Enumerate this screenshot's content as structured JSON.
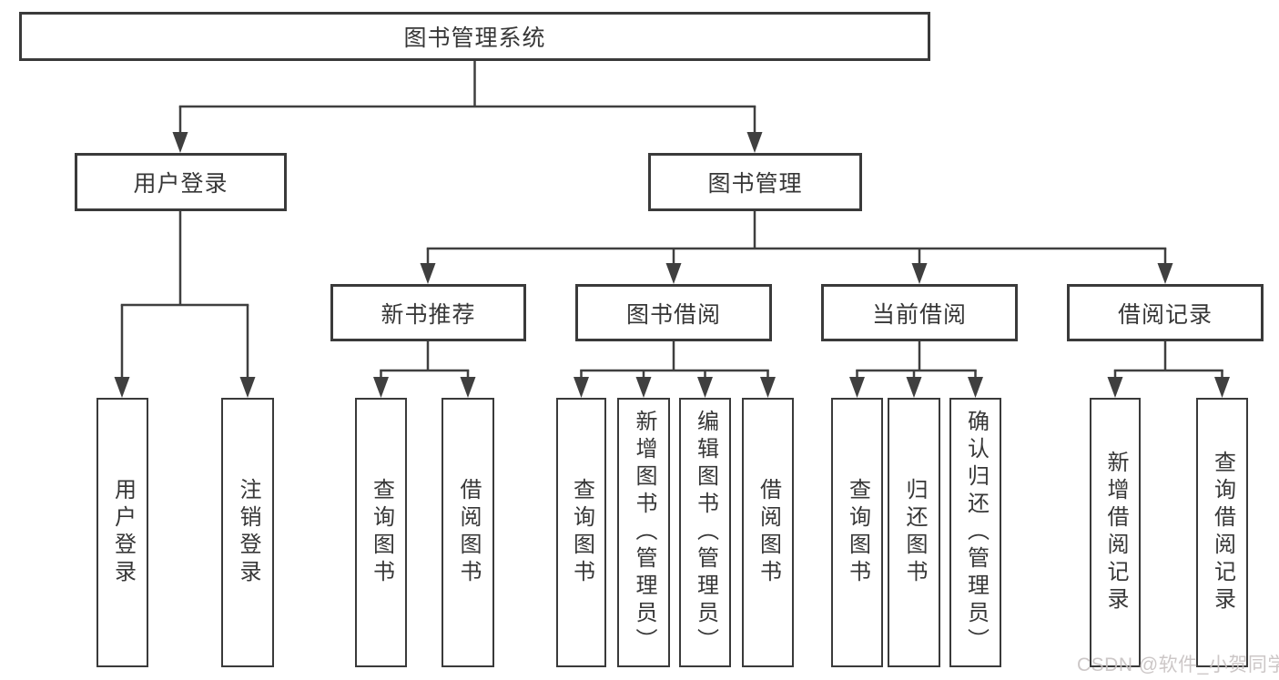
{
  "nodes": {
    "root": "图书管理系统",
    "user_login": "用户登录",
    "book_management": "图书管理",
    "new_book_recommendation": "新书推荐",
    "book_borrowing": "图书借阅",
    "current_borrowing": "当前借阅",
    "borrowing_records": "借阅记录",
    "login_user_login": "用户登录",
    "login_logout": "注销登录",
    "recommend_query_books": "查询图书",
    "recommend_borrow_books": "借阅图书",
    "borrowing_query_books": "查询图书",
    "borrowing_add_books_admin": "新增图书（管理员）",
    "borrowing_edit_books_admin": "编辑图书（管理员）",
    "borrowing_borrow_books": "借阅图书",
    "current_query_books": "查询图书",
    "current_return_books": "归还图书",
    "current_confirm_return_admin": "确认归还（管理员）",
    "records_add_record": "新增借阅记录",
    "records_query_record": "查询借阅记录"
  },
  "watermark": "CSDN @软件_小贺同学",
  "colors": {
    "line": "#3f3f3f",
    "border": "#3a3a3a",
    "text": "#373737",
    "watermark": "#c7c1c1",
    "background": "#ffffff"
  }
}
